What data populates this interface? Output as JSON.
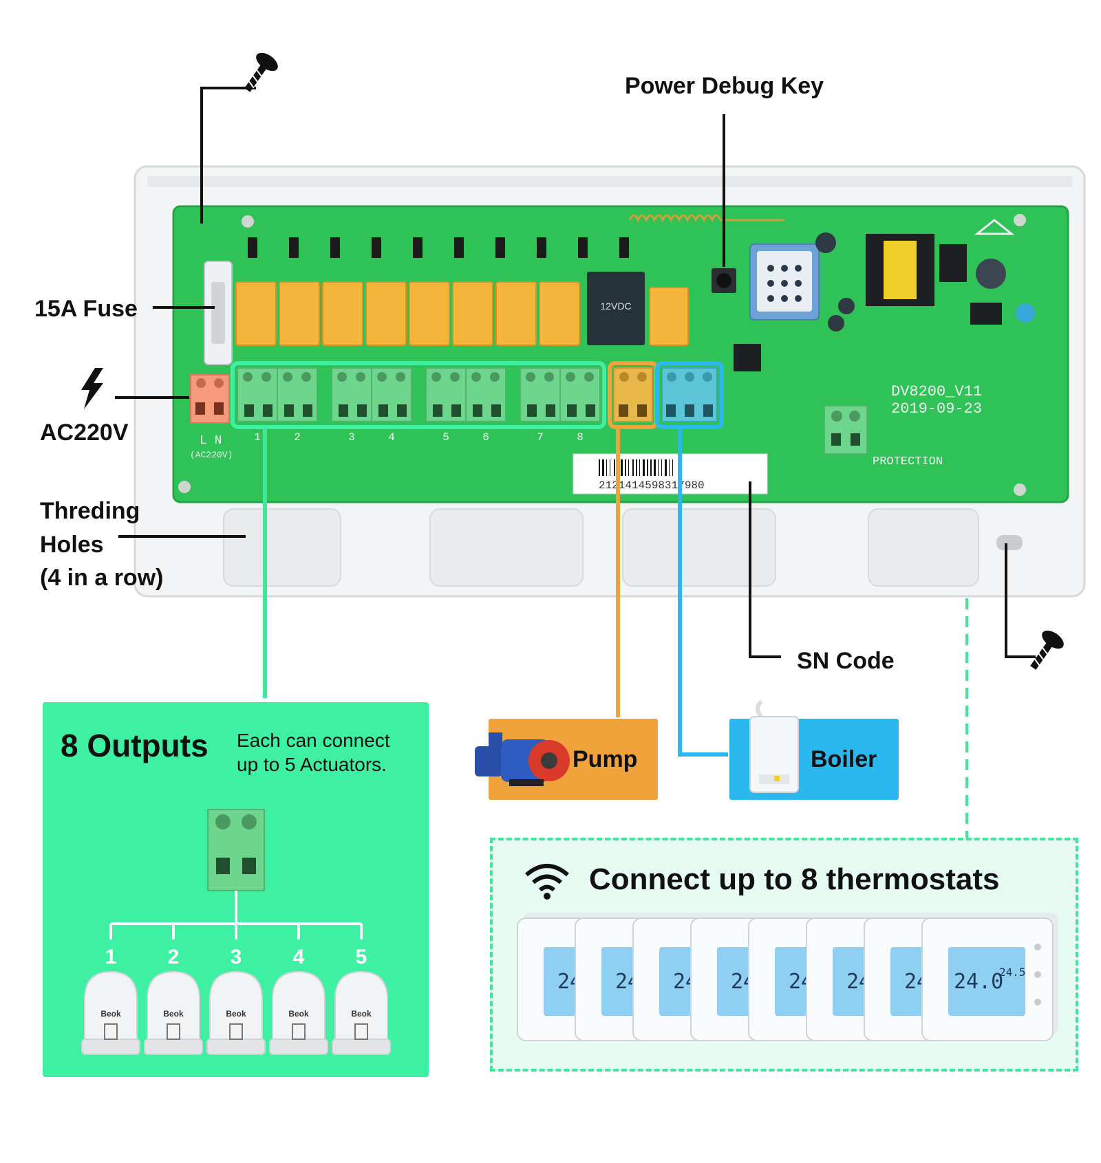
{
  "labels": {
    "power_debug_key": "Power Debug Key",
    "fuse": "15A Fuse",
    "power_input": "AC220V",
    "threading_holes": [
      "Threding",
      "Holes",
      "(4 in a row)"
    ],
    "sn_code": "SN Code"
  },
  "board": {
    "model": "DV8200_V11",
    "date": "2019-09-23",
    "protection": "PROTECTION",
    "serial": "2121414598317980",
    "power_terminal": "L  N",
    "power_terminal_sub": "(AC220V)",
    "channels": [
      "1",
      "2",
      "3",
      "4",
      "5",
      "6",
      "7",
      "8"
    ]
  },
  "outputs_panel": {
    "title": "8 Outputs",
    "desc_line1": "Each can connect",
    "desc_line2": "up to 5 Actuators.",
    "actuator_numbers": [
      "1",
      "2",
      "3",
      "4",
      "5"
    ],
    "actuator_brand": "Beok"
  },
  "pump": {
    "label": "Pump"
  },
  "boiler": {
    "label": "Boiler"
  },
  "thermostats_panel": {
    "title": "Connect up to 8 thermostats",
    "count": 8,
    "display_temp": "24.0",
    "display_set": "24.5"
  },
  "colors": {
    "green_panel": "#3ef0a2",
    "green_line": "#3ee79a",
    "pump_orange": "#f0a23b",
    "boiler_blue": "#2bb8ef",
    "pcb_green": "#2ec257",
    "relay_orange": "#f5b43a"
  }
}
